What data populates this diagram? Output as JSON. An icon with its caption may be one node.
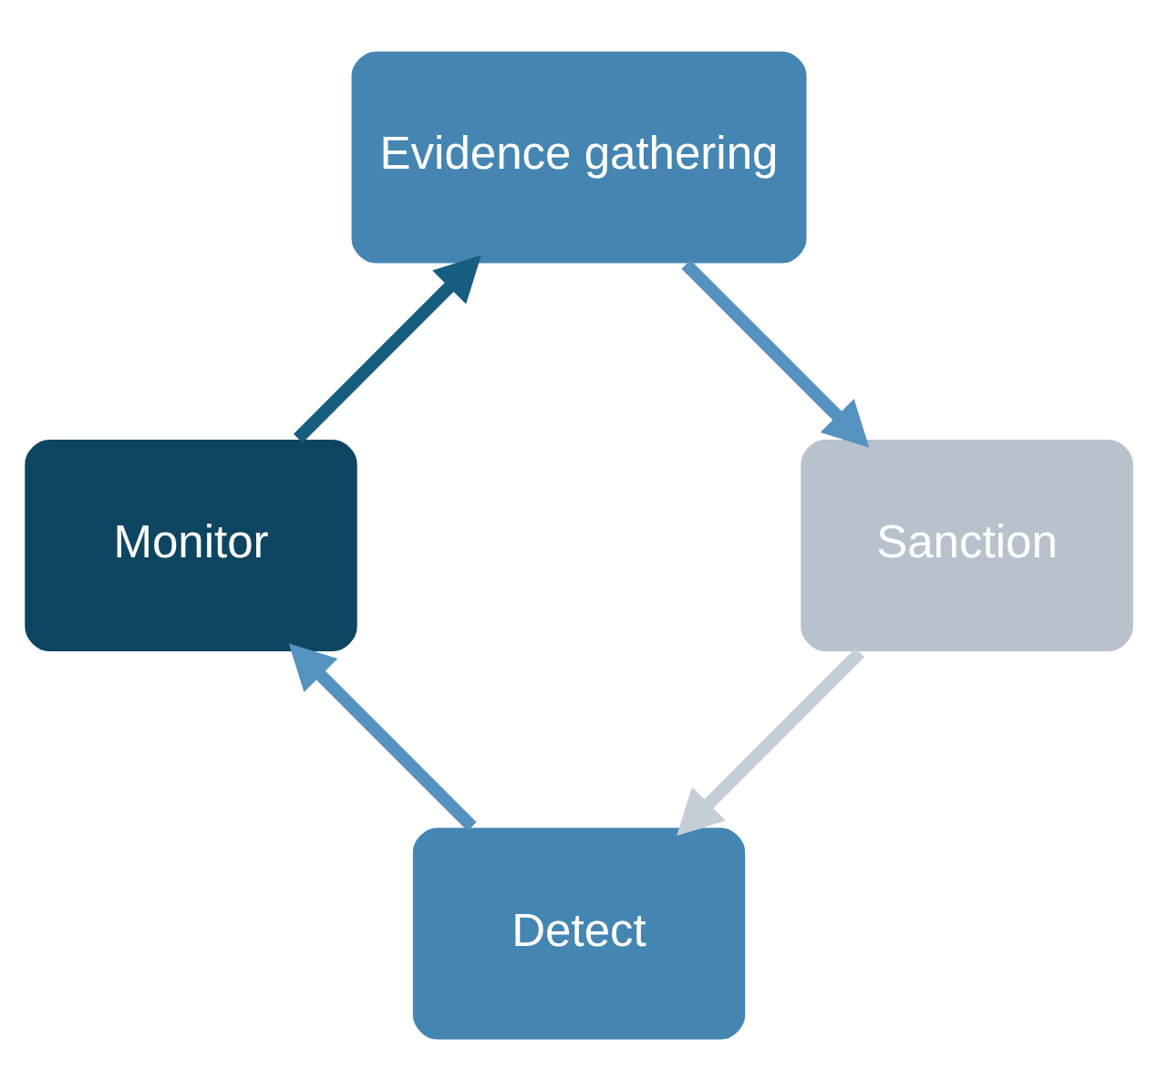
{
  "diagram": {
    "nodes": [
      {
        "text": [
          "Detect"
        ]
      },
      {
        "text": [
          "Monitor"
        ]
      },
      {
        "text": [
          "Evidence gathering"
        ]
      },
      {
        "text": [
          "Sanction"
        ]
      }
    ],
    "edges": [
      {
        "from": 0,
        "to": 1,
        "arrow": "to",
        "color": "#5592bf"
      },
      {
        "from": 1,
        "to": 2,
        "arrow": "to",
        "color": "#165d80"
      },
      {
        "from": 2,
        "to": 3,
        "arrow": "to",
        "color": "#5592bf"
      },
      {
        "from": 3,
        "to": 0,
        "arrow": "to",
        "color": "#c5ced6"
      }
    ]
  }
}
